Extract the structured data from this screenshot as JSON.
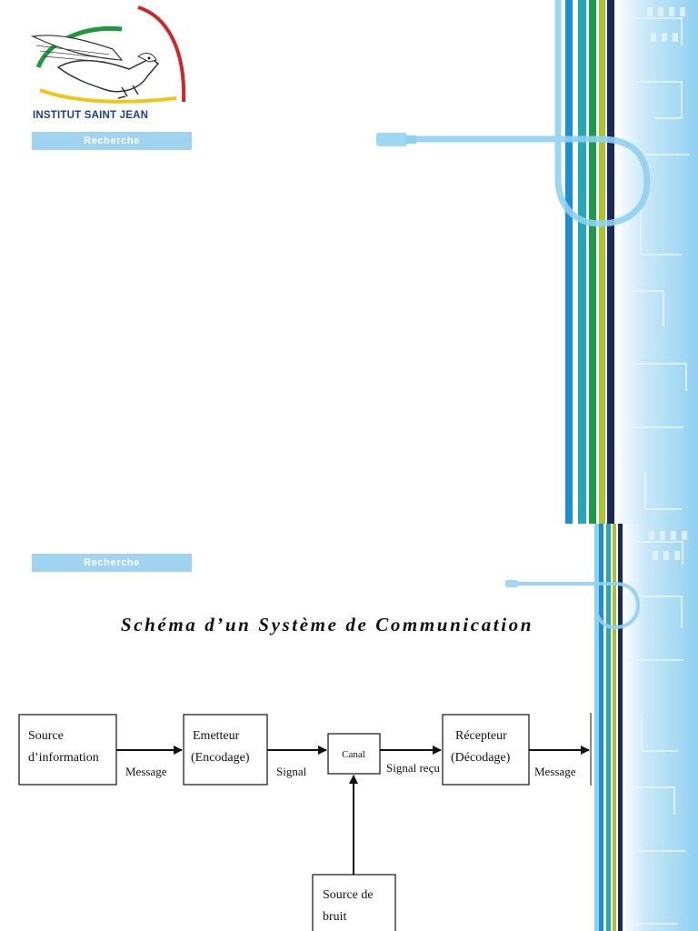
{
  "logo": {
    "institution_name": "INSTITUT SAINT JEAN",
    "icon": "eagle-logo"
  },
  "slide1": {
    "banner_label": "Recherche"
  },
  "slide2": {
    "banner_label": "Recherche",
    "title": "Schéma d’un Système de Communication"
  },
  "diagram": {
    "nodes": {
      "source": {
        "line1": "Source",
        "line2": "d’information"
      },
      "emetteur": {
        "line1": "Emetteur",
        "line2": "(Encodage)"
      },
      "canal": {
        "line1": "Canal"
      },
      "recepteur": {
        "line1": "Récepteur",
        "line2": "(Décodage)"
      },
      "bruit": {
        "line1": "Source de",
        "line2": "bruit"
      }
    },
    "edges": {
      "message1": "Message",
      "signal": "Signal",
      "signal_recu": "Signal reçu",
      "message2": "Message"
    }
  },
  "colors": {
    "banner": "#9fd3ef",
    "stripe_blue": "#1c8ed6",
    "stripe_teal": "#22a8b6",
    "stripe_green": "#1d9a4a",
    "stripe_lime": "#a8c62a",
    "stripe_navy": "#1b2a5c",
    "cable": "#8fd0f0"
  }
}
